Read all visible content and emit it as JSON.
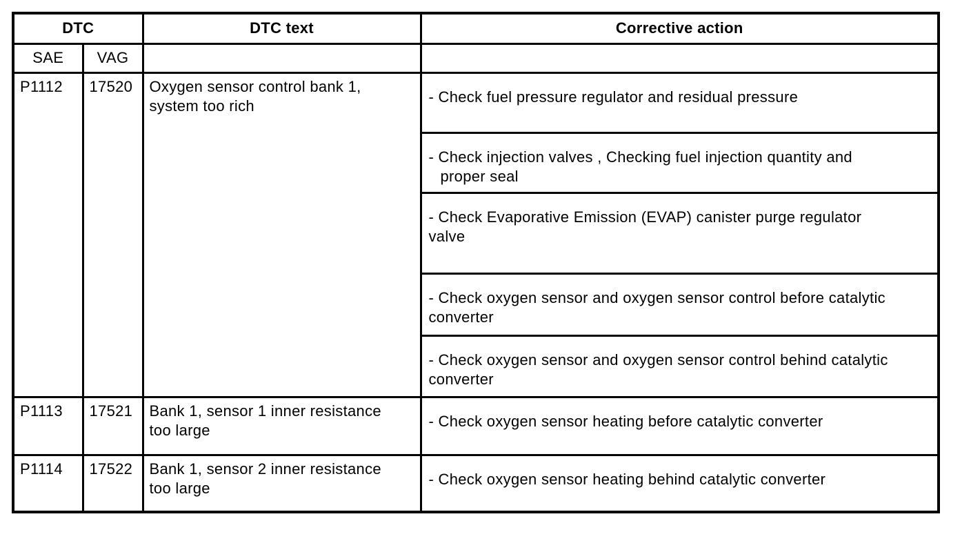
{
  "table": {
    "header": {
      "dtc": "DTC",
      "dtc_text": "DTC text",
      "corrective_action": "Corrective action",
      "sae": "SAE",
      "vag": "VAG"
    },
    "rows": [
      {
        "sae": "P1112",
        "vag": "17520",
        "dtc_text_lines": [
          "Oxygen sensor control bank 1,",
          "system too rich"
        ],
        "corrective_actions": [
          {
            "lines": [
              "- Check fuel pressure regulator and residual pressure"
            ]
          },
          {
            "lines": [
              "- Check injection valves , Checking fuel injection quantity and",
              "proper seal"
            ]
          },
          {
            "lines": [
              "- Check Evaporative Emission (EVAP) canister purge regulator",
              "valve"
            ]
          },
          {
            "lines": [
              "- Check oxygen sensor and oxygen sensor control before catalytic",
              "converter"
            ]
          },
          {
            "lines": [
              "- Check oxygen sensor and oxygen sensor control behind catalytic",
              "converter"
            ]
          }
        ]
      },
      {
        "sae": "P1113",
        "vag": "17521",
        "dtc_text_lines": [
          "Bank 1, sensor 1 inner resistance",
          "too large"
        ],
        "corrective_actions": [
          {
            "lines": [
              "- Check oxygen sensor heating before catalytic converter"
            ]
          }
        ]
      },
      {
        "sae": "P1114",
        "vag": "17522",
        "dtc_text_lines": [
          "Bank 1, sensor 2 inner resistance",
          "too large"
        ],
        "corrective_actions": [
          {
            "lines": [
              "- Check oxygen sensor heating behind catalytic converter"
            ]
          }
        ]
      }
    ],
    "colors": {
      "border": "#000000",
      "text": "#000000",
      "background": "#ffffff"
    }
  }
}
